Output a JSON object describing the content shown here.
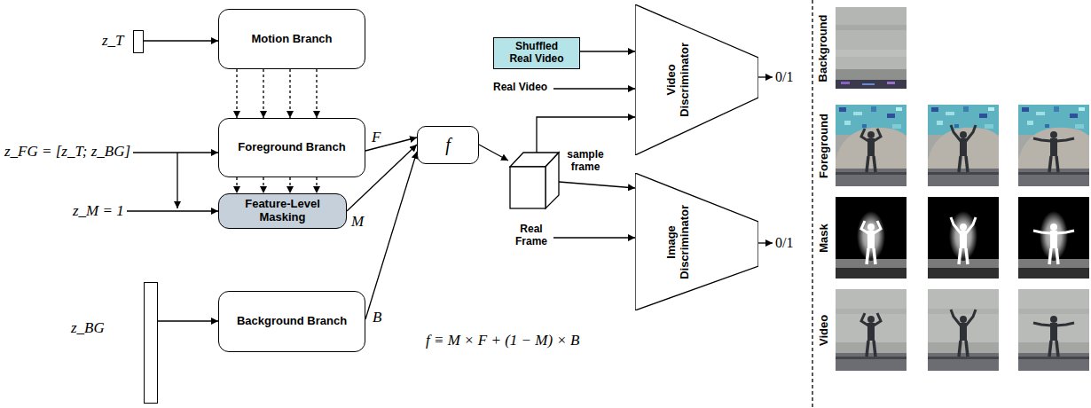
{
  "diagram": {
    "nodes": [
      {
        "text": [
          "z_T"
        ]
      },
      {
        "text": [
          "Motion Branch"
        ]
      },
      {
        "text": [
          "Foreground Branch"
        ]
      },
      {
        "text": [
          "Feature-Level Masking"
        ]
      },
      {
        "text": [
          "z_BG"
        ]
      },
      {
        "text": [
          "Background Branch"
        ]
      },
      {
        "text": [
          "f"
        ]
      },
      {
        "text": [
          "Shuffled Real Video"
        ]
      },
      {
        "text": [
          "Video Discriminator"
        ]
      },
      {
        "text": [
          "Image Discriminator"
        ]
      }
    ],
    "edges": [
      {
        "from": 0,
        "to": 1,
        "arrow": "to"
      },
      {
        "from": 1,
        "to": 2,
        "arrow": "to"
      },
      {
        "from": 1,
        "to": 2,
        "arrow": "to"
      },
      {
        "from": 1,
        "to": 2,
        "arrow": "to"
      },
      {
        "from": 1,
        "to": 2,
        "arrow": "to"
      },
      {
        "from": 2,
        "to": 3,
        "arrow": "to"
      },
      {
        "from": 2,
        "to": 3,
        "arrow": "to"
      },
      {
        "from": 2,
        "to": 3,
        "arrow": "to"
      },
      {
        "from": 2,
        "to": 3,
        "arrow": "to"
      },
      {
        "from": 4,
        "to": 5,
        "arrow": "to"
      },
      {
        "from": 2,
        "to": 6,
        "label": "F",
        "arrow": "to"
      },
      {
        "from": 3,
        "to": 6,
        "label": "M",
        "arrow": "to"
      },
      {
        "from": 5,
        "to": 6,
        "label": "B",
        "arrow": "to"
      },
      {
        "from": 7,
        "to": 8,
        "arrow": "to"
      }
    ],
    "labels": [
      "z_FG = [z_T; z_BG]",
      "z_M = 1",
      "Real Video",
      "sample frame",
      "Real Frame",
      "0/1",
      "0/1",
      "f ≡ M × F + (1 − M) × B",
      "Background",
      "Foreground",
      "Mask",
      "Video"
    ]
  }
}
